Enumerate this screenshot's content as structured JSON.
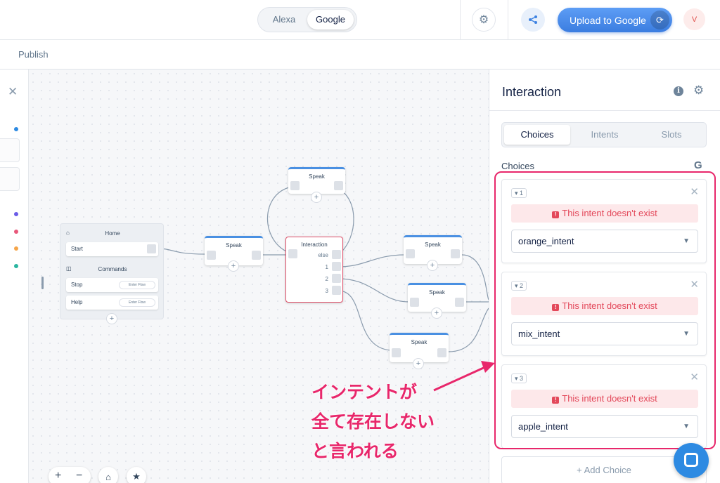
{
  "topbar": {
    "platforms": [
      "Alexa",
      "Google"
    ],
    "selected_platform": "Google",
    "upload_label": "Upload to Google",
    "avatar_letter": "V"
  },
  "subbar": {
    "publish_label": "Publish"
  },
  "leftpanel": {
    "dot_colors": [
      "#2d8ae2",
      "#6b5ce7",
      "#e8577a",
      "#f5a54a",
      "#2bb5a0"
    ]
  },
  "canvas": {
    "home_block": {
      "title": "Home",
      "start_label": "Start",
      "commands_label": "Commands",
      "commands": [
        {
          "label": "Stop",
          "chip": "Enter Flow"
        },
        {
          "label": "Help",
          "chip": "Enter Flow"
        }
      ]
    },
    "speak_label": "Speak",
    "interaction_node": {
      "title": "Interaction",
      "outputs": [
        "else",
        "1",
        "2",
        "3"
      ]
    },
    "zoom": {
      "in": "+",
      "out": "−"
    }
  },
  "annotation": {
    "lines": [
      "インテントが",
      "全て存在しない",
      "と言われる"
    ],
    "color": "#e8276b"
  },
  "panel": {
    "title": "Interaction",
    "tabs": [
      "Choices",
      "Intents",
      "Slots"
    ],
    "active_tab": "Choices",
    "section_label": "Choices",
    "choices": [
      {
        "number": "1",
        "error": "This intent doesn't exist",
        "intent": "orange_intent"
      },
      {
        "number": "2",
        "error": "This intent doesn't exist",
        "intent": "mix_intent"
      },
      {
        "number": "3",
        "error": "This intent doesn't exist",
        "intent": "apple_intent"
      }
    ],
    "add_choice_label": "+ Add Choice"
  },
  "colors": {
    "accent": "#3b7de0",
    "error": "#e3485a",
    "error_bg": "#fde8ea",
    "annotation": "#e8276b"
  }
}
